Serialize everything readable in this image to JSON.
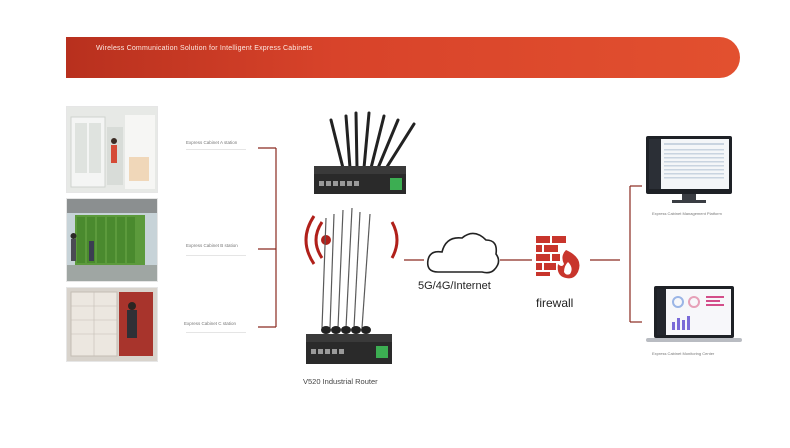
{
  "banner": {
    "title": "Wireless Communication Solution for Intelligent Express Cabinets"
  },
  "cabinets": [
    {
      "caption": "Express Cabinet A station"
    },
    {
      "caption": "Express Cabinet B station"
    },
    {
      "caption": "Express Cabinet C station"
    }
  ],
  "router": {
    "label": "V520 Industrial Router"
  },
  "cloud": {
    "label": "5G/4G/Internet"
  },
  "firewall": {
    "label": "firewall"
  },
  "monitor": {
    "caption": "Express Cabinet Management Platform"
  },
  "laptop": {
    "caption": "Express Cabinet Monitoring Center"
  },
  "colors": {
    "brand_red": "#d8432a",
    "firewall_red": "#c8352c",
    "line": "#8a2a20"
  }
}
